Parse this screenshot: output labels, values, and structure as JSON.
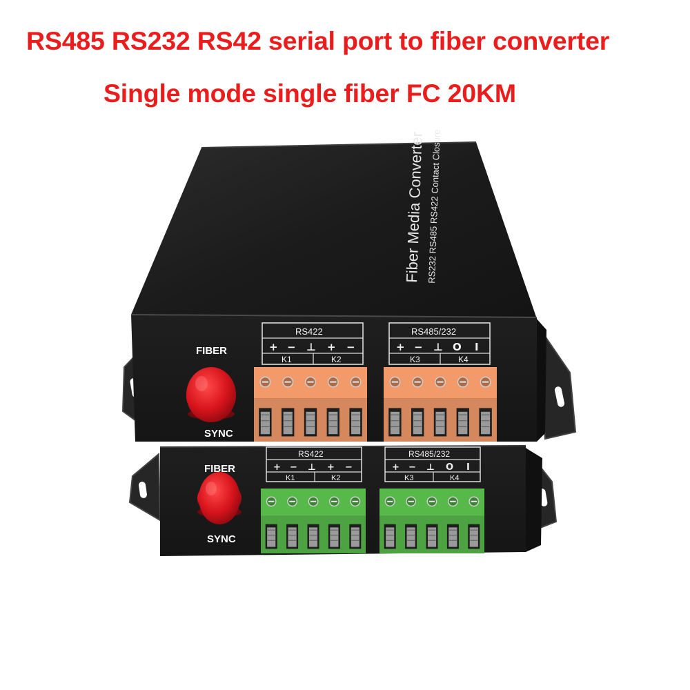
{
  "headline": {
    "line1": "RS485 RS232 RS42 serial port to fiber converter",
    "line2": "Single mode single fiber FC 20KM"
  },
  "top_unit": {
    "lid": {
      "brand": "Fiber Media Converter",
      "modes": "RS232 RS485 RS422 Contact Closure"
    },
    "fiber_label": "FIBER",
    "sync_label": "SYNC",
    "panel_left": {
      "title": "RS422",
      "symbols": [
        "+",
        "−",
        "⊥",
        "+",
        "−"
      ],
      "ports": [
        "K1",
        "K2"
      ]
    },
    "panel_right": {
      "title": "RS485/232",
      "symbols": [
        "+",
        "−",
        "⊥",
        "O",
        "I"
      ],
      "ports": [
        "K3",
        "K4"
      ]
    },
    "terminal_color": "#f29a6a"
  },
  "bottom_unit": {
    "fiber_label": "FIBER",
    "sync_label": "SYNC",
    "panel_left": {
      "title": "RS422",
      "symbols": [
        "+",
        "−",
        "⊥",
        "+",
        "−"
      ],
      "ports": [
        "K1",
        "K2"
      ]
    },
    "panel_right": {
      "title": "RS485/232",
      "symbols": [
        "+",
        "−",
        "⊥",
        "O",
        "I"
      ],
      "ports": [
        "K3",
        "K4"
      ]
    },
    "terminal_color": "#57b94a"
  },
  "colors": {
    "headline": "#ea1c1c",
    "body": "#1a1a1a",
    "fiber_cap": "#d8141c"
  }
}
